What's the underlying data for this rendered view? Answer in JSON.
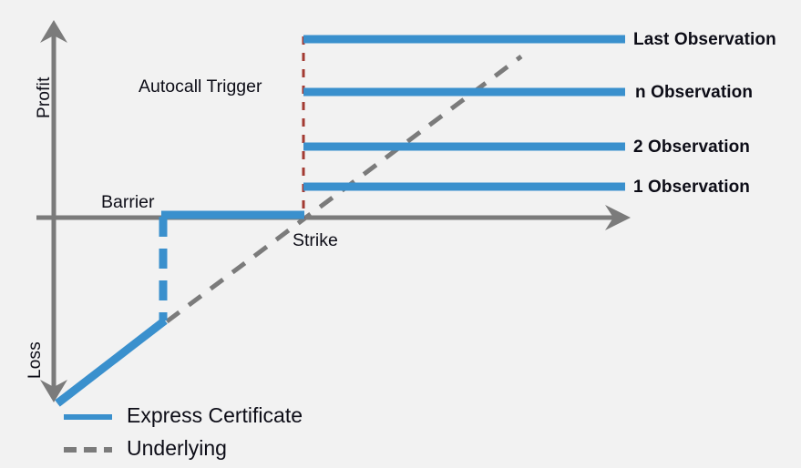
{
  "figure": {
    "background_color": "#f2f2f2",
    "series_color": "#3a90cd",
    "axis_color": "#7b7b7b",
    "trigger_color": "#a33a32",
    "text_color": "#0d0d17"
  },
  "axes": {
    "y_positive_label": "Profit",
    "y_negative_label": "Loss",
    "x_label": ""
  },
  "annotations": {
    "autocall_trigger": "Autocall Trigger",
    "barrier": "Barrier",
    "strike": "Strike"
  },
  "observations": [
    {
      "label": "Last Observation"
    },
    {
      "label": "n Observation"
    },
    {
      "label": "2 Observation"
    },
    {
      "label": "1 Observation"
    }
  ],
  "legend": [
    {
      "label": "Express Certificate",
      "style": "solid",
      "color": "#3a90cd"
    },
    {
      "label": "Underlying",
      "style": "dashed",
      "color": "#7b7b7b"
    }
  ],
  "chart_data": {
    "type": "line",
    "title": "",
    "xlabel": "",
    "ylabel": "Profit / Loss",
    "grid": false,
    "legend_position": "bottom-left",
    "annotations": [
      {
        "text": "Autocall Trigger",
        "x": 236,
        "y": 95
      },
      {
        "text": "Barrier",
        "x": 112,
        "y": 222
      },
      {
        "text": "Strike",
        "x": 322,
        "y": 265
      }
    ],
    "reference_lines": [
      {
        "name": "autocall-trigger-line",
        "orientation": "vertical",
        "x": 333,
        "y_from": 40,
        "y_to": 238,
        "style": "dashed",
        "color": "#a33a32"
      },
      {
        "name": "barrier-line",
        "orientation": "vertical",
        "x": 179,
        "y_from": 236,
        "y_to": 352,
        "style": "dashed",
        "color": "#3a90cd"
      }
    ],
    "series": [
      {
        "name": "Express Certificate",
        "style": "solid",
        "color": "#3a90cd",
        "segments": [
          {
            "name": "loss-leg",
            "points": [
              [
                63,
                443
              ],
              [
                180,
                352
              ]
            ]
          },
          {
            "name": "barrier-flat",
            "points": [
              [
                179,
                236
              ],
              [
                333,
                236
              ]
            ]
          },
          {
            "name": "1 Observation",
            "points": [
              [
                333,
                205
              ],
              [
                686,
                205
              ]
            ]
          },
          {
            "name": "2 Observation",
            "points": [
              [
                333,
                161
              ],
              [
                686,
                161
              ]
            ]
          },
          {
            "name": "n Observation",
            "points": [
              [
                333,
                101
              ],
              [
                686,
                101
              ]
            ]
          },
          {
            "name": "Last Observation",
            "points": [
              [
                333,
                43
              ],
              [
                686,
                43
              ]
            ]
          }
        ]
      },
      {
        "name": "Underlying",
        "style": "dashed",
        "color": "#7b7b7b",
        "segments": [
          {
            "name": "underlying-line",
            "points": [
              [
                63,
                443
              ],
              [
                572,
                62
              ]
            ]
          }
        ]
      }
    ]
  }
}
